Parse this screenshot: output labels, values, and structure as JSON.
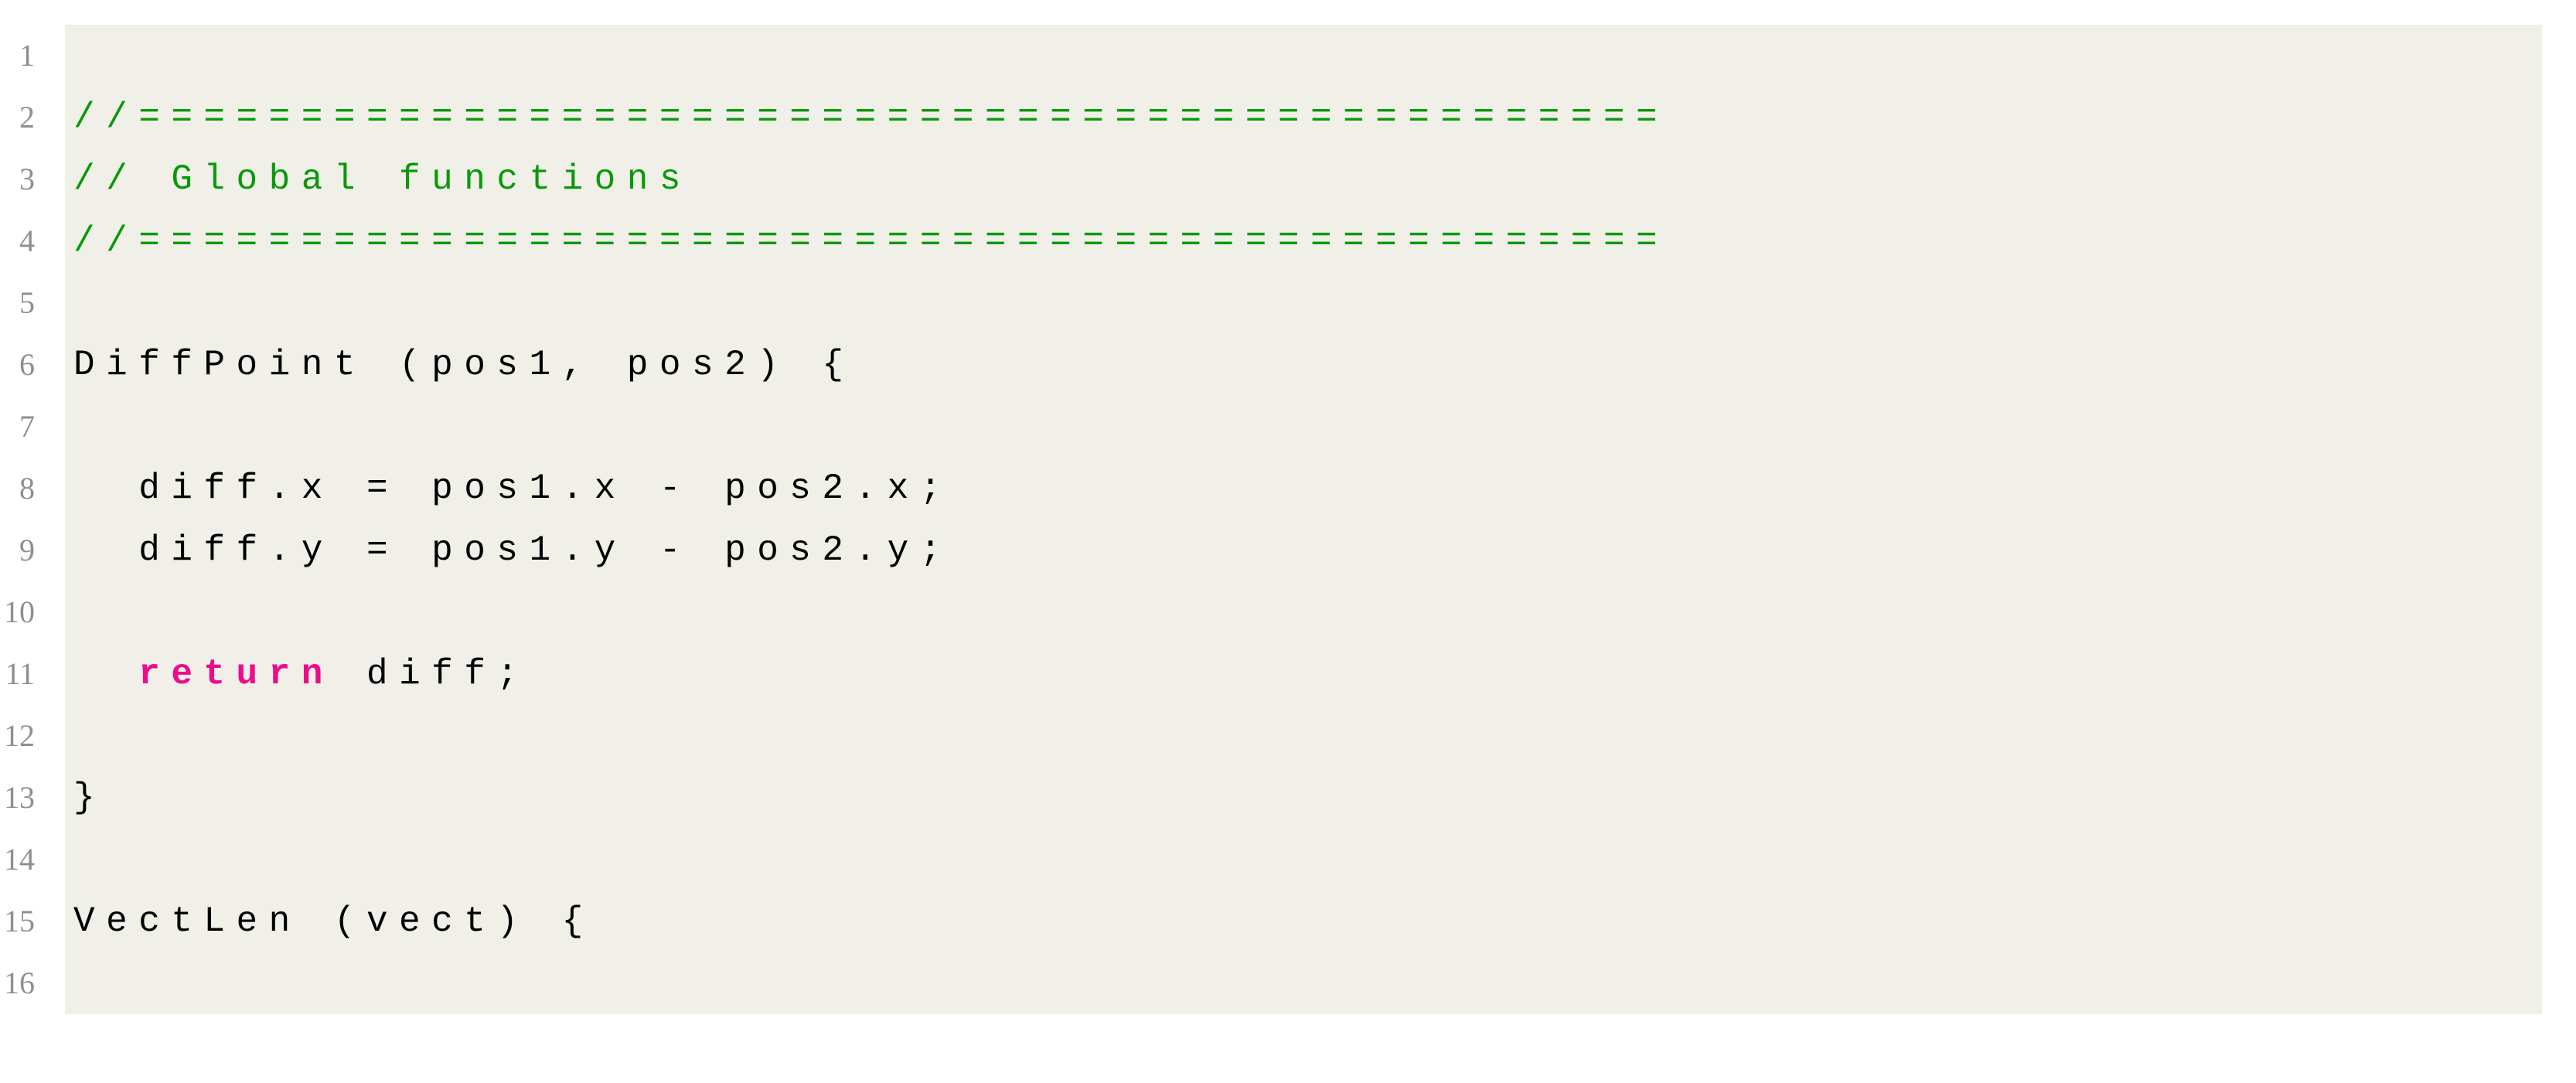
{
  "editor": {
    "page_background": "#ffffff",
    "background": "#f0efe8",
    "colors": {
      "comment": "#099909",
      "keyword": "#ec0c8c",
      "plain": "#000000",
      "line_number": "#8f8f8f"
    },
    "language_hint": "code-listing",
    "lines": [
      {
        "num": 1,
        "segments": []
      },
      {
        "num": 2,
        "segments": [
          {
            "type": "comment",
            "text": "//==============================================="
          }
        ]
      },
      {
        "num": 3,
        "segments": [
          {
            "type": "comment",
            "text": "// Global functions"
          }
        ]
      },
      {
        "num": 4,
        "segments": [
          {
            "type": "comment",
            "text": "//==============================================="
          }
        ]
      },
      {
        "num": 5,
        "segments": []
      },
      {
        "num": 6,
        "segments": [
          {
            "type": "plain",
            "text": "DiffPoint (pos1, pos2) {"
          }
        ]
      },
      {
        "num": 7,
        "segments": []
      },
      {
        "num": 8,
        "segments": [
          {
            "type": "plain",
            "text": "  diff.x = pos1.x - pos2.x;"
          }
        ]
      },
      {
        "num": 9,
        "segments": [
          {
            "type": "plain",
            "text": "  diff.y = pos1.y - pos2.y;"
          }
        ]
      },
      {
        "num": 10,
        "segments": []
      },
      {
        "num": 11,
        "segments": [
          {
            "type": "plain",
            "text": "  "
          },
          {
            "type": "keyword",
            "text": "return"
          },
          {
            "type": "plain",
            "text": " diff;"
          }
        ]
      },
      {
        "num": 12,
        "segments": []
      },
      {
        "num": 13,
        "segments": [
          {
            "type": "plain",
            "text": "}"
          }
        ]
      },
      {
        "num": 14,
        "segments": []
      },
      {
        "num": 15,
        "segments": [
          {
            "type": "plain",
            "text": "VectLen (vect) {"
          }
        ]
      },
      {
        "num": 16,
        "segments": []
      }
    ]
  }
}
